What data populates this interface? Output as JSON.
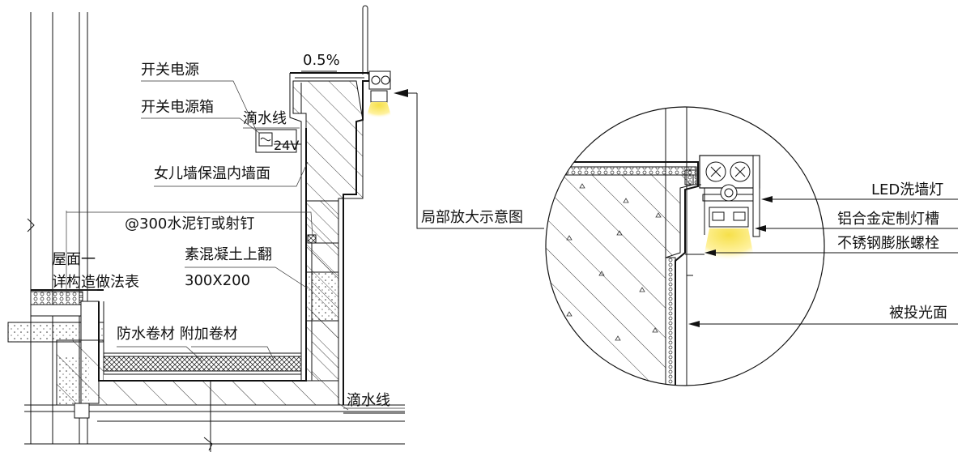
{
  "labels": {
    "switch_power": "开关电源",
    "switch_power_box": "开关电源箱",
    "drip_line_top": "滴水线",
    "voltage": "24V",
    "parapet_insulation": "女儿墙保温内墙面",
    "slope": "0.5%",
    "nail": "@300水泥钉或射钉",
    "concrete_upturn_1": "素混凝土上翻",
    "concrete_upturn_2": "300X200",
    "roof_line_1": "屋面一",
    "roof_line_2": "详构造做法表",
    "waterproof": "防水卷材 附加卷材",
    "drip_line_bottom": "滴水线",
    "detail_view": "局部放大示意图",
    "led_washer": "LED洗墙灯",
    "aluminum_slot": "铝合金定制灯槽",
    "expansion_bolt": "不锈钢膨胀螺栓",
    "lit_surface": "被投光面"
  },
  "colors": {
    "line": "#111111",
    "light": "#f6e04a",
    "light_fade": "#fff8c0",
    "background": "#ffffff"
  }
}
